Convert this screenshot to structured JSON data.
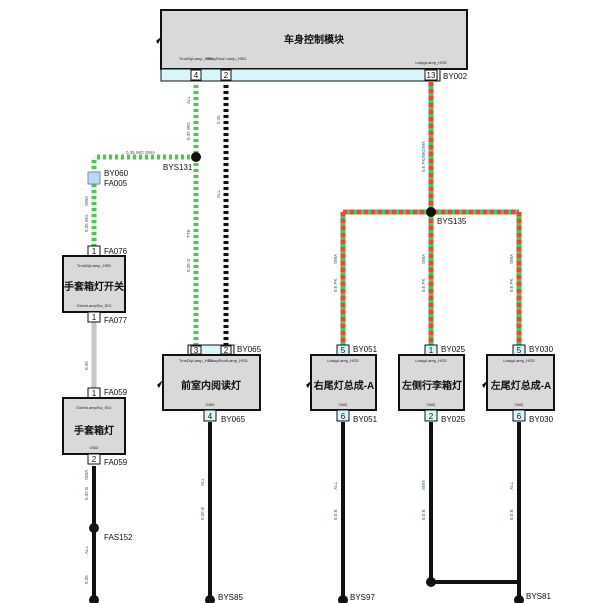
{
  "module": {
    "title": "车身控制模块",
    "pin_labels": [
      "TrnsDlyLamp_HSD",
      "CrssyRoof Lamp_HSD",
      "LdspyLamp_HSD"
    ],
    "pins": [
      "4",
      "2",
      "13"
    ],
    "connector": "BY002"
  },
  "nodes": {
    "bys131": "BYS131",
    "bys135": "BYS135",
    "by060": "BY060",
    "fa005": "FA005",
    "fas152": "FAS152",
    "bys85": "BYS85",
    "bys97": "BYS97",
    "bys81": "BYS81"
  },
  "wires": {
    "horizontal_green": "0.35   WG   SWA",
    "module_pin4": "0.35  WG",
    "module_pin4_sys": "ALL",
    "module_pin2": "0.35",
    "module_pin2_sys": "ALL",
    "module_pin13": "0.5  PK/WG/WA",
    "left_upper": "0.35  WG",
    "left_upper_sys": "SWA",
    "reading_lamp_in": "0.35  G",
    "reading_lamp_in_sys": "TTE",
    "switch_to_lamp": "0.35",
    "glovebox_out": "0.35  B",
    "glovebox_out_sys": "SWA",
    "glovebox_lower": "0.35",
    "glovebox_lower_sys": "ALL",
    "reading_lamp_out": "0.35  B",
    "reading_lamp_out_sys": "ALL",
    "right_tail_in": "0.5  PK",
    "right_tail_in_sys": "SWA",
    "trunk_in": "0.5  PK",
    "trunk_in_sys": "SWA",
    "left_tail_in": "0.5  PK",
    "left_tail_in_sys": "SWA",
    "right_tail_out": "0.5  B",
    "right_tail_out_sys": "ALL",
    "trunk_out": "0.5  B",
    "trunk_out_sys": "SWA",
    "left_tail_out": "0.5  B",
    "left_tail_out_sys": "ALL"
  },
  "components": {
    "glovebox_switch": {
      "title": "手套箱灯开关",
      "top_pin_label": "TrnsDlyLamp_HSD",
      "bottom_pin_label": "GlvbxLampSw_SIG",
      "top_pin": "1",
      "bottom_pin": "1",
      "top_conn": "FA076",
      "bottom_conn": "FA077"
    },
    "glovebox_lamp": {
      "title": "手套箱灯",
      "top_pin_label": "GlvbxLampSw_SIG",
      "bottom_pin_label": "GND",
      "top_pin": "1",
      "bottom_pin": "2",
      "top_conn": "FA059",
      "bottom_conn": "FA059"
    },
    "reading_lamp": {
      "title": "前室内阅读灯",
      "top_pin_labels": [
        "TrnsDlyLamp_HSD",
        "CrssyRoofLamp_HSD"
      ],
      "bottom_pin_label": "GND",
      "top_pins": [
        "3",
        "2"
      ],
      "bottom_pin": "4",
      "top_conn": "BY065",
      "bottom_conn": "BY065"
    },
    "right_tail": {
      "title": "右尾灯总成-A",
      "top_pin_label": "LdspyLamp_HSD",
      "bottom_pin_label": "GND",
      "top_pin": "5",
      "bottom_pin": "6",
      "top_conn": "BY051",
      "bottom_conn": "BY051"
    },
    "trunk_lamp": {
      "title": "左侧行李箱灯",
      "top_pin_label": "LdspyLamp_HSD",
      "bottom_pin_label": "GND",
      "top_pin": "1",
      "bottom_pin": "2",
      "top_conn": "BY025",
      "bottom_conn": "BY025"
    },
    "left_tail": {
      "title": "左尾灯总成-A",
      "top_pin_label": "LdspyLamp_HSD",
      "bottom_pin_label": "GND",
      "top_pin": "5",
      "bottom_pin": "6",
      "top_conn": "BY030",
      "bottom_conn": "BY030"
    }
  },
  "colors": {
    "wire_green": "#4cc94c",
    "wire_white_dash": "#f2f2f2",
    "wire_red": "#e8473b",
    "wire_black": "#111111",
    "wire_gray": "#c6c6c6",
    "component_fill": "#d9d9d9",
    "connector_fill": "#d6f6fb"
  }
}
